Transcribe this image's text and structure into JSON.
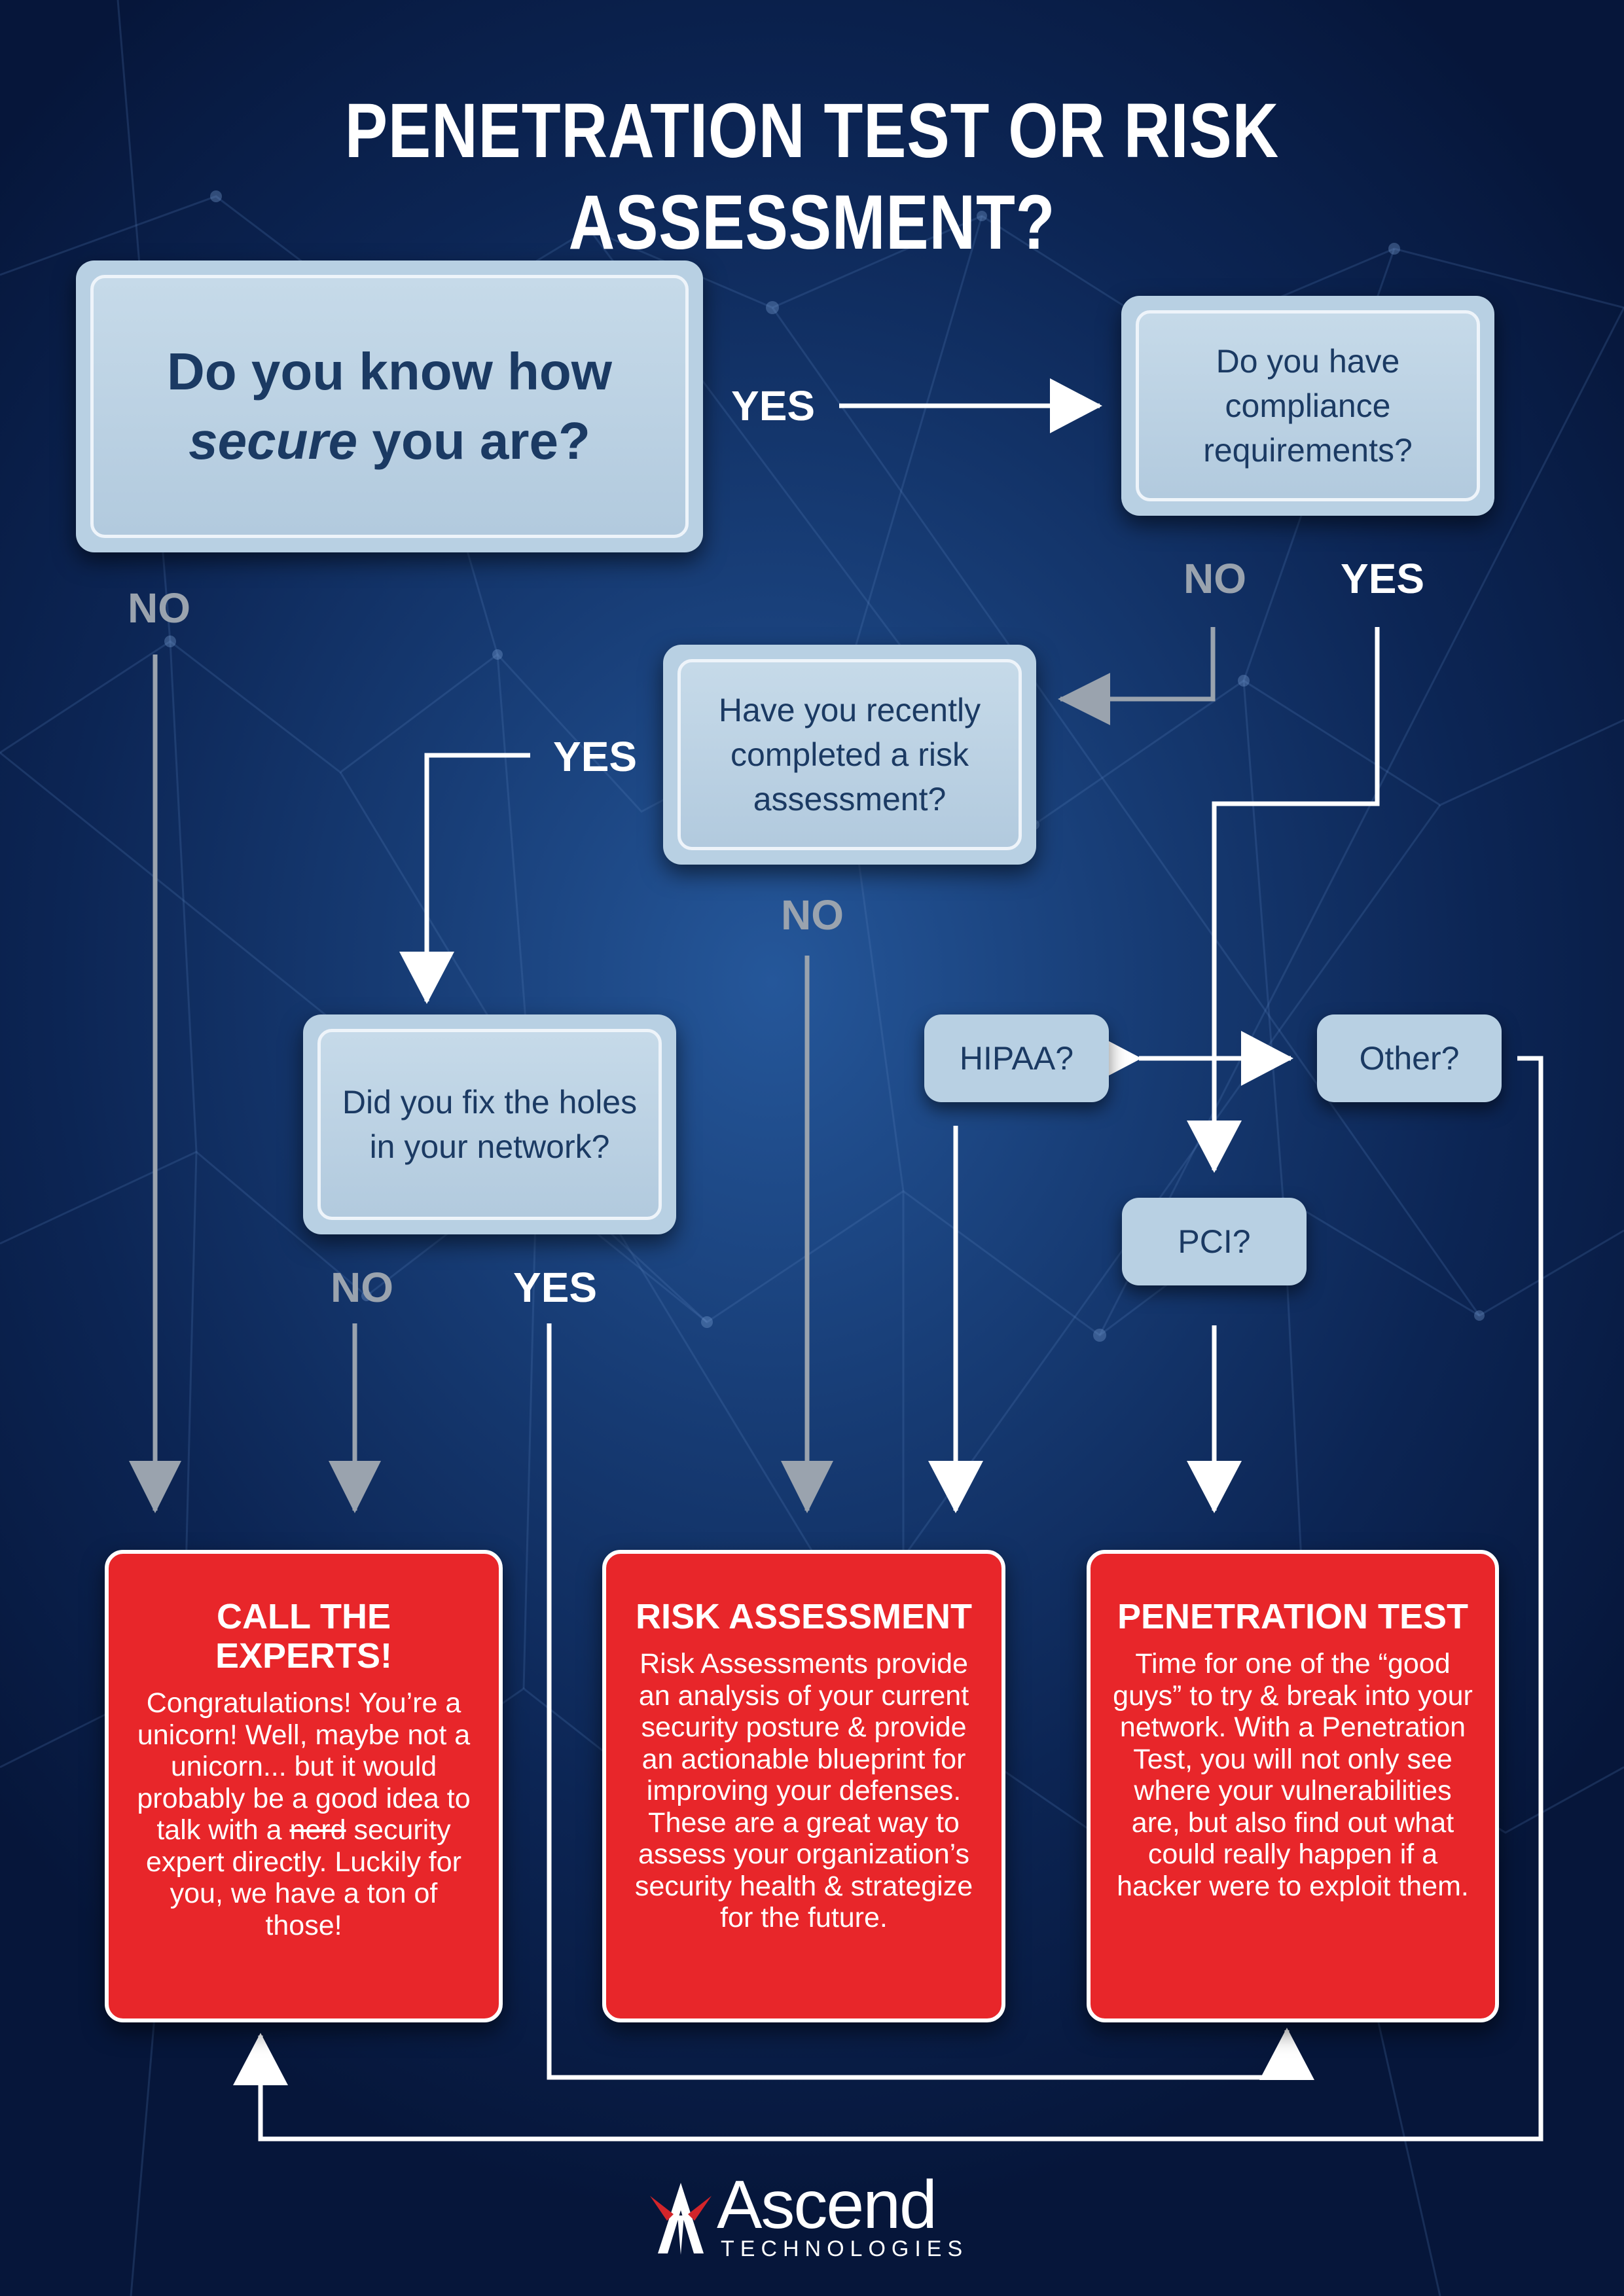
{
  "title": "PENETRATION TEST OR RISK ASSESSMENT?",
  "questions": {
    "know_secure": {
      "line1": "Do you know how",
      "em": "secure",
      "rest": " you are?"
    },
    "compliance": "Do you have compliance requirements?",
    "risk_assessment": "Have you recently completed a risk assessment?",
    "fix_holes": "Did you fix the holes in your network?"
  },
  "pills": {
    "hipaa": "HIPAA?",
    "other": "Other?",
    "pci": "PCI?"
  },
  "labels": {
    "yes": "YES",
    "no": "NO"
  },
  "outcomes": {
    "experts": {
      "title": "CALL THE EXPERTS!",
      "body_before": "Congratulations! You’re a unicorn! Well, maybe not a unicorn... but it would probably be a good idea to talk with a ",
      "struck": "nerd",
      "body_after": " security expert directly. Luckily for you, we have a ton of those!"
    },
    "risk": {
      "title": "RISK ASSESSMENT",
      "body": "Risk Assessments provide an analysis of your current security posture & provide an actionable blueprint for improving your defenses. These are a great way to assess your organization’s security health & strategize for the future."
    },
    "pentest": {
      "title": "PENETRATION TEST",
      "body": "Time for one of the “good guys” to try & break into your network. With a Penetration Test, you will not only see where your vulnerabilities are, but also find out what could really happen if a hacker were to exploit them."
    }
  },
  "logo": {
    "name": "Ascend",
    "sub": "TECHNOLOGIES"
  },
  "colors": {
    "box": "#b8d0e3",
    "box_text": "#1b3a63",
    "red": "#e8262a",
    "grey_arrow": "#9aa3ae"
  }
}
